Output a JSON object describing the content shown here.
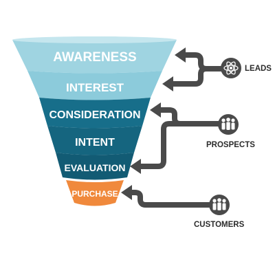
{
  "funnel": {
    "stages": [
      {
        "label": "AWARENESS",
        "color": "#9fd4e1"
      },
      {
        "label": "INTEREST",
        "color": "#8ccbdb"
      },
      {
        "label": "CONSIDERATION",
        "color": "#176e8a"
      },
      {
        "label": "INTENT",
        "color": "#15657f"
      },
      {
        "label": "EVALUATION",
        "color": "#125b74"
      },
      {
        "label": "PURCHASE",
        "color": "#f0893c"
      }
    ]
  },
  "segments": [
    {
      "label": "LEADS",
      "icon": "atom-icon"
    },
    {
      "label": "PROSPECTS",
      "icon": "people-group-icon"
    },
    {
      "label": "CUSTOMERS",
      "icon": "people-group-icon"
    }
  ],
  "colors": {
    "arrow": "#4a4a4a",
    "icon_circle": "#4a4a4a"
  }
}
